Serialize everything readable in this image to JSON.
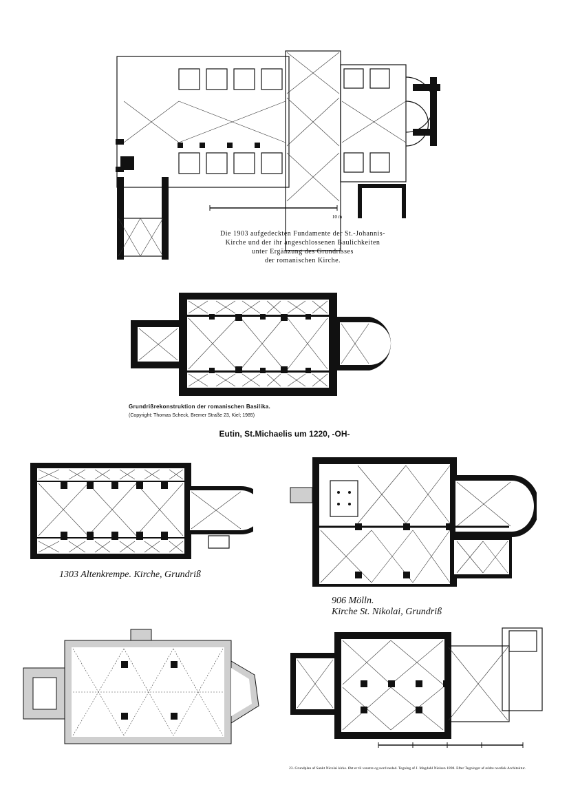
{
  "plans": {
    "johannis": {
      "caption_lines": [
        "Die 1903 aufgedeckten Fundamente der St.-Johannis-",
        "Kirche und der ihr angeschlossenen Baulichkeiten",
        "unter Ergänzung des Grundrisses",
        "der romanischen Kirche."
      ],
      "scale_label": "10 m"
    },
    "eutin": {
      "caption_title": "Grundrißrekonstruktion der romanischen Basilika.",
      "caption_copyright": "(Copyright: Thomas Scheck, Bremer Straße 23, Kiel; 1985)",
      "heading": "Eutin, St.Michaelis um 1220, -OH-"
    },
    "altenkrempe": {
      "caption": "1303 Altenkrempe. Kirche, Grundriß"
    },
    "moelln": {
      "caption_line1": "906 Mölln.",
      "caption_line2": "Kirche St. Nikolai, Grundriß"
    },
    "nikolai_danish": {
      "caption": "23. Grundplan af Sankt Nicolai kirke. Øst er til venstre og nord nedad. Tegning af J. Magdahl Nielsen 1898. Efter Tegninger af ældre nordisk Architektur."
    }
  }
}
